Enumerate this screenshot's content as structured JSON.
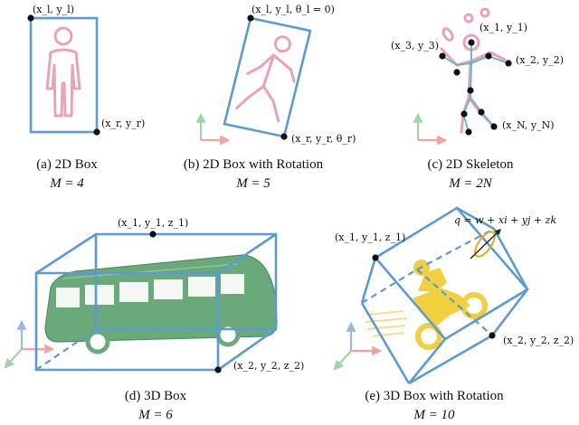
{
  "panels": [
    {
      "caption": "(a) 2D Box",
      "equation": "M  =  4",
      "points": [
        "(x_l, y_l)",
        "(x_r, y_r)"
      ]
    },
    {
      "caption": "(b) 2D Box with Rotation",
      "equation": "M  =  5",
      "points": [
        "(x_l, y_l, θ_l = 0)",
        "(x_r, y_r, θ_r)"
      ]
    },
    {
      "caption": "(c) 2D Skeleton",
      "equation": "M  =  2N",
      "points": [
        "(x_1, y_1)",
        "(x_2, y_2)",
        "(x_3, y_3)",
        "(x_N, y_N)"
      ]
    },
    {
      "caption": "(d) 3D Box",
      "equation": "M  =  6",
      "points": [
        "(x_1, y_1, z_1)",
        "(x_2, y_2, z_2)"
      ]
    },
    {
      "caption": "(e) 3D Box with Rotation",
      "equation": "M  =  10",
      "points": [
        "(x_1, y_1, z_1)",
        "(x_2, y_2, z_2)"
      ],
      "quaternion": "q = w + xi + yj + zk"
    }
  ],
  "colors": {
    "box": "#5b9bd5",
    "pedestrian": "#e9a3b8",
    "bus": "#6aa97a",
    "motorbike": "#f2cf3d",
    "axis_red": "#f4a1a1",
    "axis_green": "#9fd4a7",
    "axis_blue": "#9db8e6",
    "orbit": "#e6a81f"
  }
}
